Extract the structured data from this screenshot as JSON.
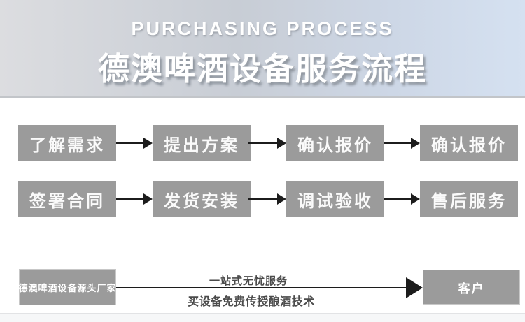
{
  "header": {
    "title_en": "PURCHASING PROCESS",
    "title_zh": "德澳啤酒设备服务流程"
  },
  "process": {
    "rows": [
      {
        "steps": [
          "了解需求",
          "提出方案",
          "确认报价",
          "确认报价"
        ]
      },
      {
        "steps": [
          "签署合同",
          "发货安装",
          "调试验收",
          "售后服务"
        ]
      }
    ]
  },
  "bottom": {
    "source_label": "德澳啤酒设备源头厂家",
    "service_line1": "一站式无忧服务",
    "service_line2": "买设备免费传授酿酒技术",
    "customer_label": "客户"
  },
  "colors": {
    "box_gray": "#9b9b9b",
    "box_text": "#fafafa",
    "arrow_dark": "#1c1c1c",
    "header_gradient_left": "#dcdde0",
    "header_gradient_mid": "#c8cdd5",
    "header_gradient_right": "#d5e1f1",
    "title_text": "#ffffff",
    "service_text": "#4b4b4b",
    "footer_bar": "#f6f7f8"
  }
}
